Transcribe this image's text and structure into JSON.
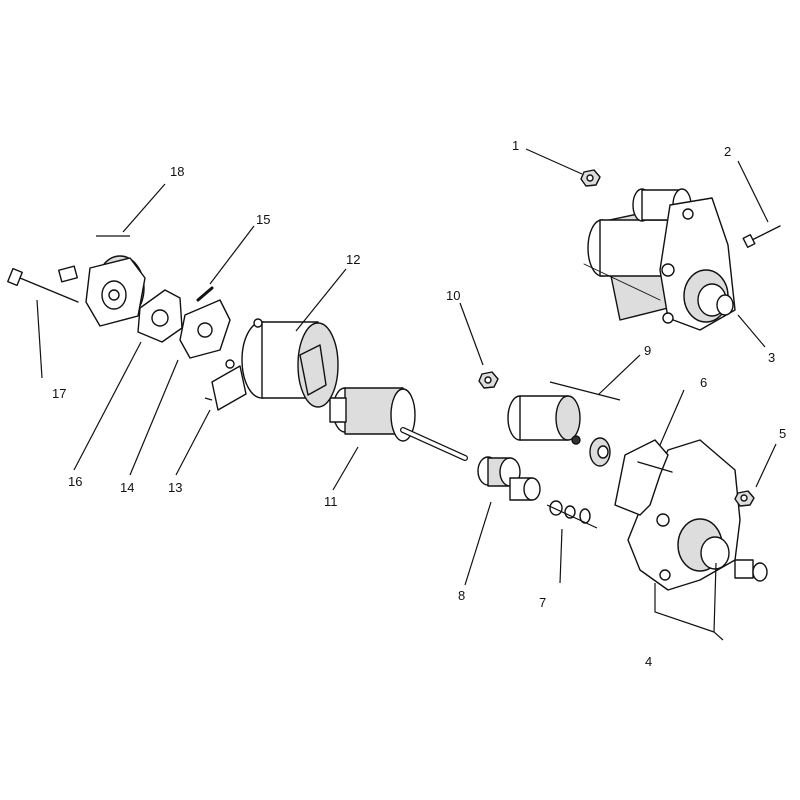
{
  "callouts": [
    {
      "label": "1"
    },
    {
      "label": "2"
    },
    {
      "label": "3"
    },
    {
      "label": "4"
    },
    {
      "label": "5"
    },
    {
      "label": "6"
    },
    {
      "label": "7"
    },
    {
      "label": "8"
    },
    {
      "label": "9"
    },
    {
      "label": "10"
    },
    {
      "label": "11"
    },
    {
      "label": "12"
    },
    {
      "label": "13"
    },
    {
      "label": "14"
    },
    {
      "label": "15"
    },
    {
      "label": "16"
    },
    {
      "label": "17"
    },
    {
      "label": "18"
    }
  ]
}
